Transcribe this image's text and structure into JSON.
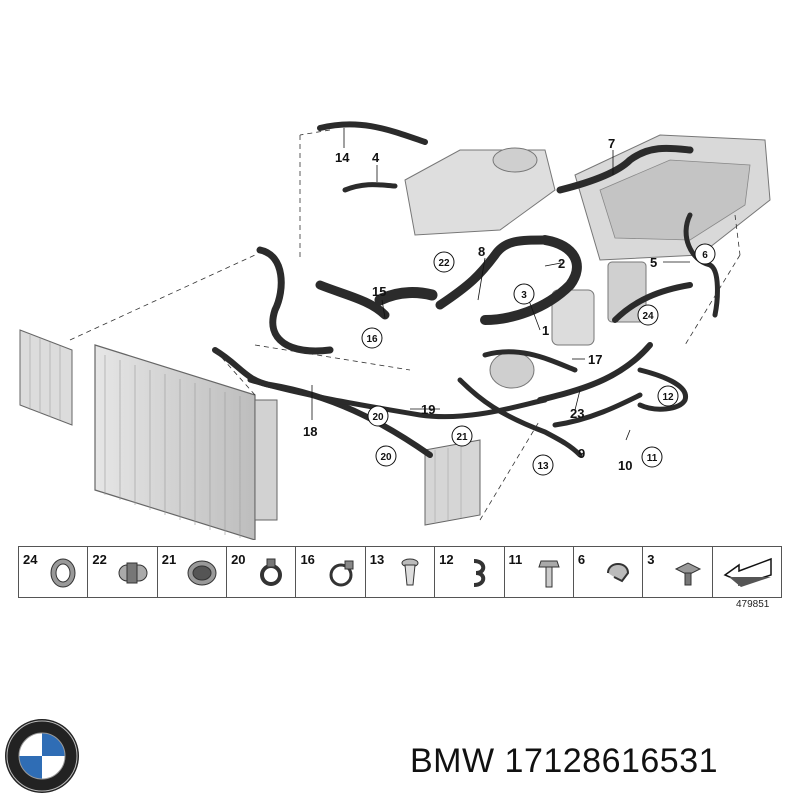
{
  "callouts": {
    "c1": "1",
    "c2": "2",
    "c3": "3",
    "c4": "4",
    "c5": "5",
    "c6": "6",
    "c7": "7",
    "c8": "8",
    "c9": "9",
    "c10": "10",
    "c11": "11",
    "c12": "12",
    "c13": "13",
    "c14": "14",
    "c15": "15",
    "c16": "16",
    "c17": "17",
    "c18": "18",
    "c19": "19",
    "c20a": "20",
    "c20b": "20",
    "c21": "21",
    "c22": "22",
    "c23": "23",
    "c24": "24"
  },
  "parts_strip": [
    {
      "number": "24",
      "icon": "hose-clamp-band-icon"
    },
    {
      "number": "22",
      "icon": "hose-connector-icon"
    },
    {
      "number": "21",
      "icon": "hose-clamp-wide-icon"
    },
    {
      "number": "20",
      "icon": "spring-clamp-icon"
    },
    {
      "number": "16",
      "icon": "hose-clamp-icon"
    },
    {
      "number": "13",
      "icon": "expanding-rivet-icon"
    },
    {
      "number": "12",
      "icon": "hose-holder-icon"
    },
    {
      "number": "11",
      "icon": "bolt-icon"
    },
    {
      "number": "6",
      "icon": "clip-icon"
    },
    {
      "number": "3",
      "icon": "push-nut-icon"
    },
    {
      "number": "",
      "icon": "direction-arrow-icon"
    }
  ],
  "reference_code": "479851",
  "caption": "BMW 17128616531",
  "colors": {
    "hose": "#2b2b2b",
    "component": "#c9c9c9",
    "leader": "#111111"
  }
}
